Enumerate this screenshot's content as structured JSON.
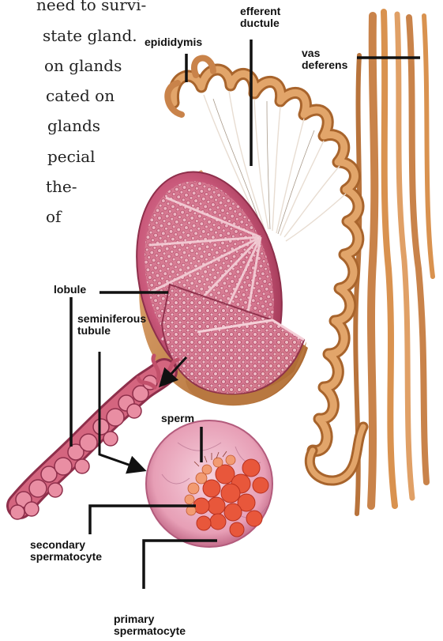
{
  "body_text": [
    "need to survi-",
    "state gland.",
    "on glands",
    "cated on",
    "glands",
    "pecial",
    "the-",
    "of"
  ],
  "labels": {
    "efferent_ductule": [
      "efferent",
      "ductule"
    ],
    "epididymis": "epididymis",
    "vas_deferens": [
      "vas",
      "deferens"
    ],
    "lobule": "lobule",
    "seminiferous_tubule": [
      "seminiferous",
      "tubule"
    ],
    "sperm": "sperm",
    "secondary_spermatocyte": [
      "secondary",
      "spermatocyte"
    ],
    "primary_spermatocyte": [
      "primary",
      "spermatocyte"
    ]
  },
  "colors": {
    "duct_orange": "#d9924f",
    "duct_dark": "#a8642c",
    "testis_pink": "#c2506b",
    "testis_light": "#e7a3b0",
    "tunica_tan": "#c88a52",
    "cell_orange": "#e0553a",
    "circle_pink": "#e9a6bd"
  }
}
